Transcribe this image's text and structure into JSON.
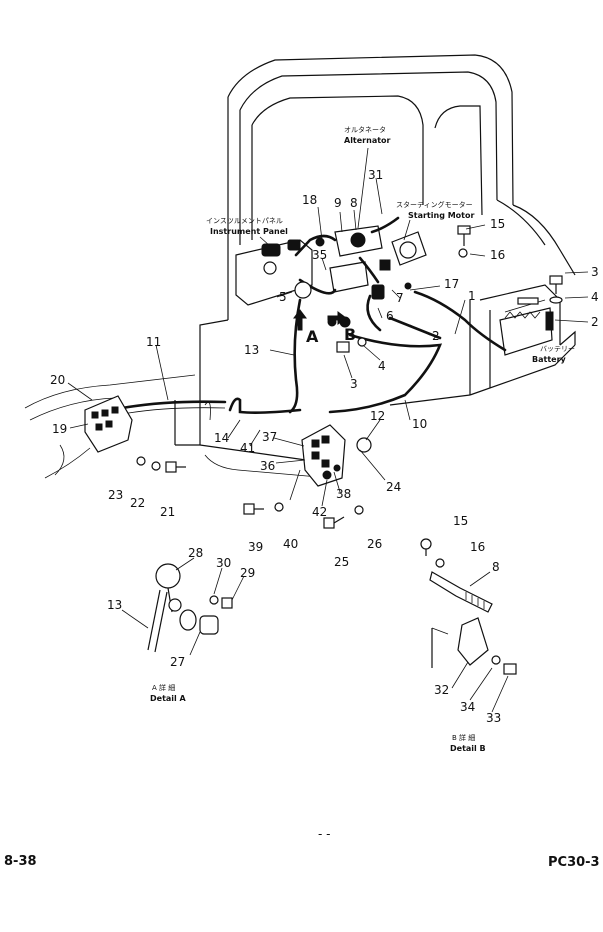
{
  "labels": {
    "alternator_jp": "オルタネータ",
    "alternator_en": "Alternator",
    "starting_motor_jp": "スターティングモーター",
    "starting_motor_en": "Starting Motor",
    "instrument_panel_jp": "インスツルメントパネル",
    "instrument_panel_en": "Instrument Panel",
    "battery_jp": "バッテリー",
    "battery_en": "Battery",
    "detail_a_jp": "A 詳 細",
    "detail_a_en": "Detail A",
    "detail_b_jp": "B 詳 細",
    "detail_b_en": "Detail B",
    "marker_a": "A",
    "marker_b": "B"
  },
  "footer": {
    "page_ref": "8-38",
    "model": "PC30-3",
    "mark": "- -"
  },
  "callouts": {
    "n1": "1",
    "n2a": "2",
    "n2b": "2",
    "n3a": "3",
    "n3b": "3",
    "n4a": "4",
    "n4b": "4",
    "n5": "5",
    "n6": "6",
    "n7": "7",
    "n8a": "8",
    "n8b": "8",
    "n9": "9",
    "n10": "10",
    "n11": "11",
    "n12": "12",
    "n13a": "13",
    "n13b": "13",
    "n14": "14",
    "n15a": "15",
    "n15b": "15",
    "n16a": "16",
    "n16b": "16",
    "n17": "17",
    "n18": "18",
    "n19": "19",
    "n20": "20",
    "n21": "21",
    "n22": "22",
    "n23": "23",
    "n24": "24",
    "n25": "25",
    "n26": "26",
    "n27": "27",
    "n28": "28",
    "n29": "29",
    "n30": "30",
    "n31": "31",
    "n32": "32",
    "n33": "33",
    "n34": "34",
    "n35": "35",
    "n36": "36",
    "n37": "37",
    "n38": "38",
    "n39": "39",
    "n40": "40",
    "n41": "41",
    "n42": "42"
  }
}
